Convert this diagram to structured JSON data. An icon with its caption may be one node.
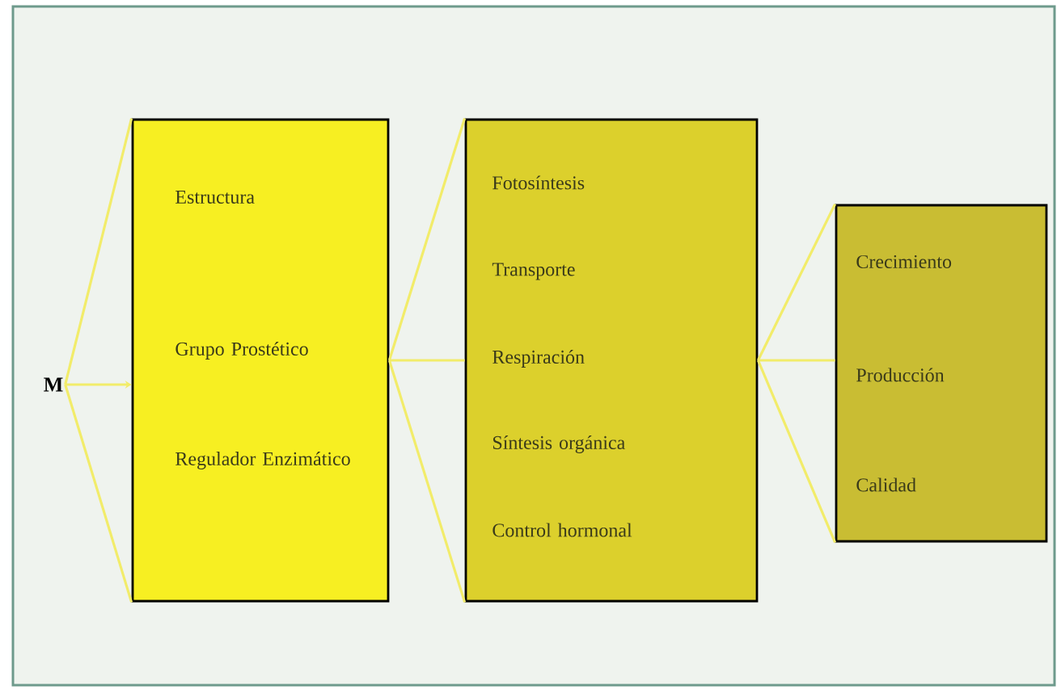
{
  "diagram": {
    "nodes": [
      {
        "text": [
          "M"
        ]
      },
      {
        "text": [
          "Estructura",
          "Grupo Prostético",
          "Regulador Enzimático"
        ]
      },
      {
        "text": [
          "Fotosíntesis",
          "Transporte",
          "Respiración",
          "Síntesis orgánica",
          "Control hormonal"
        ]
      },
      {
        "text": [
          "Crecimiento",
          "Producción",
          "Calidad"
        ]
      }
    ],
    "edges": [
      {
        "from": 0,
        "to": 1,
        "arrow": "to"
      },
      {
        "from": 1,
        "to": 2,
        "arrow": "none"
      },
      {
        "from": 2,
        "to": 3,
        "arrow": "none"
      }
    ]
  }
}
